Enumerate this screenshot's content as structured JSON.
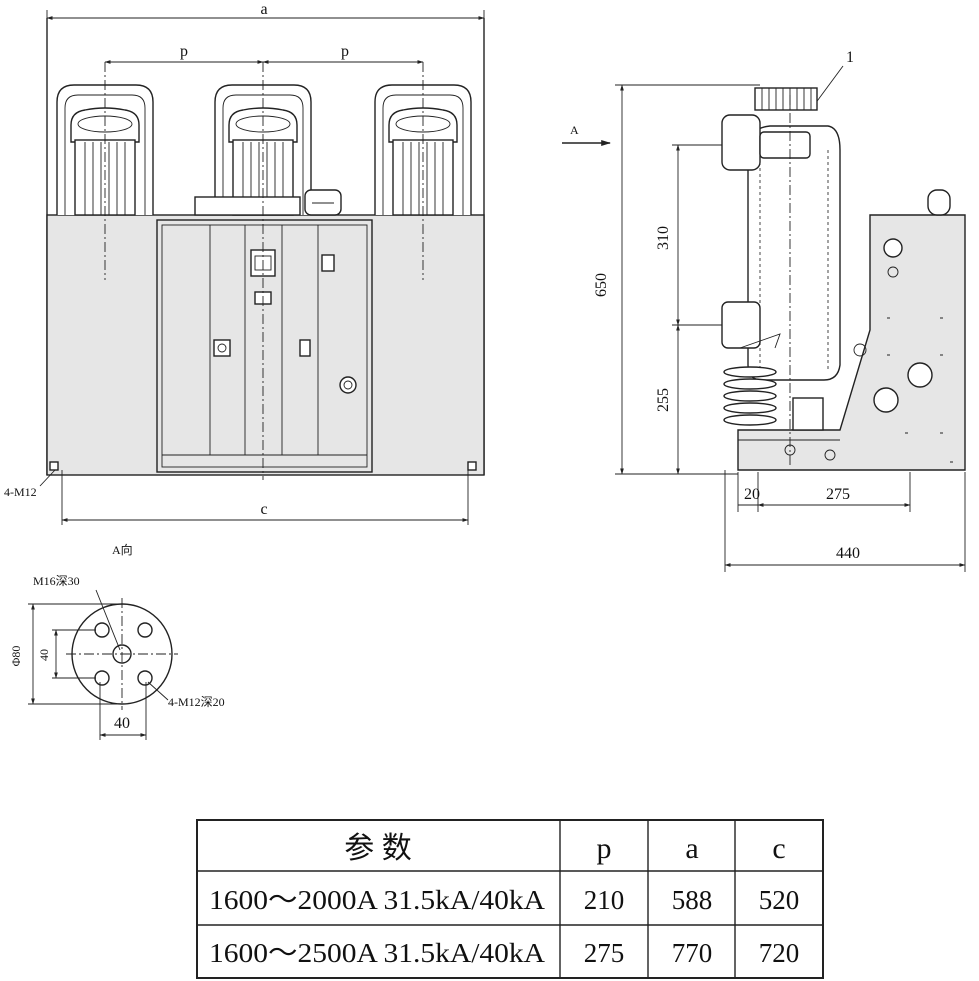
{
  "front_view": {
    "dim_width": "a",
    "dim_pitch_left": "p",
    "dim_pitch_right": "p",
    "dim_mounting": "c",
    "bolt_note": "4-M12"
  },
  "side_view": {
    "view_marker": "A",
    "part_label": "1",
    "height_overall": "650",
    "height_upper": "310",
    "height_lower": "255",
    "offset_left": "20",
    "mounting_depth": "275",
    "depth_overall": "440"
  },
  "detail_view": {
    "title": "A向",
    "center_hole": "M16深30",
    "diameter": "Φ80",
    "hole_spacing_vertical": "40",
    "outer_holes": "4-M12深20",
    "hole_spacing_horizontal": "40"
  },
  "table": {
    "headers": [
      "参 数",
      "p",
      "a",
      "c"
    ],
    "rows": [
      [
        "1600～2000A 31.5kA/40kA",
        "210",
        "588",
        "520"
      ],
      [
        "1600～2500A 31.5kA/40kA",
        "275",
        "770",
        "720"
      ]
    ]
  },
  "colors": {
    "line": "#222222",
    "body_fill": "#e6e6e6",
    "paper": "#ffffff"
  }
}
